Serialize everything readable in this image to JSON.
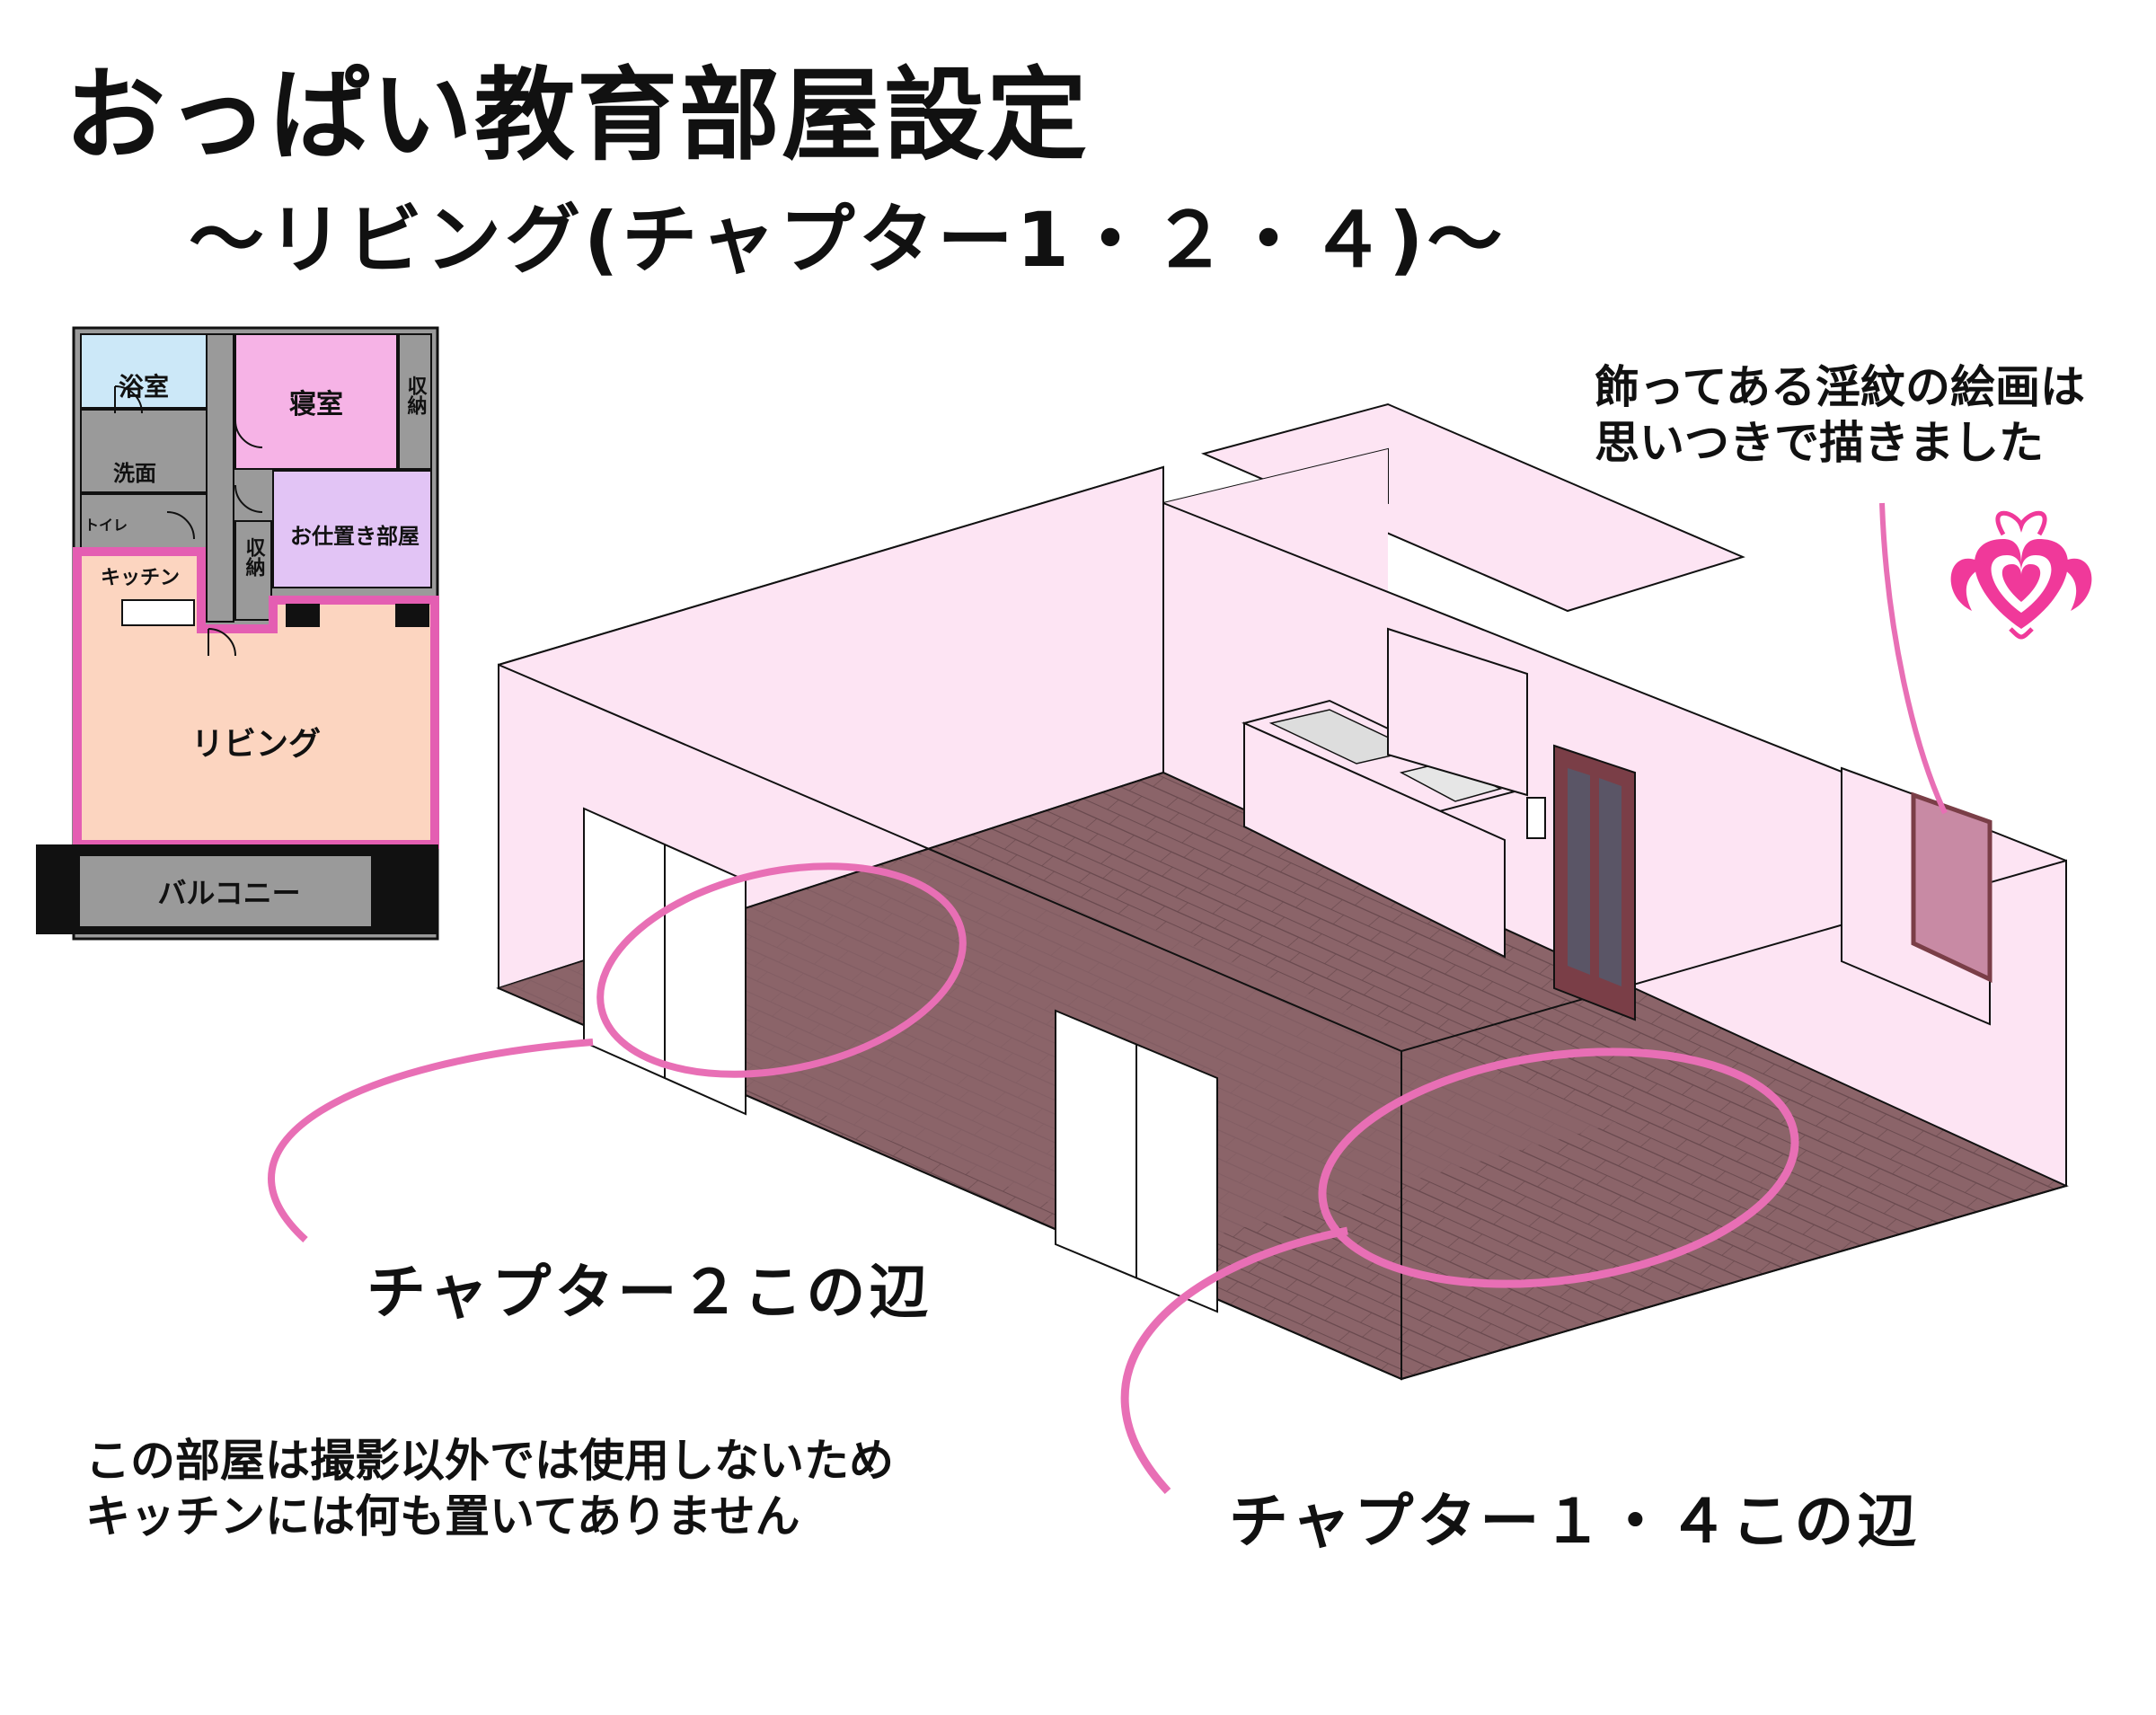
{
  "title": "おっぱい教育部屋設定",
  "subtitle": "～リビング(チャプター1・２・４)～",
  "floorplan": {
    "rooms": {
      "bathroom": "浴室",
      "bedroom": "寝室",
      "storage_top": "収納",
      "washroom": "洗面",
      "toilet": "トイレ",
      "punishment_room": "お仕置き部屋",
      "kitchen": "キッチン",
      "storage_mid": "収納",
      "living": "リビング",
      "balcony": "バルコニー"
    },
    "colors": {
      "bathroom": "#cce8f8",
      "bedroom": "#f6b3e6",
      "punishment_room": "#e2c4f5",
      "living": "#fcd5c0",
      "highlight": "#e45eb2",
      "walls": "#9a9a9a"
    }
  },
  "notes": {
    "picture": [
      "飾ってある淫紋の絵画は",
      "思いつきで描きました"
    ],
    "kitchen": [
      "この部屋は撮影以外では使用しないため",
      "キッチンには何も置いてありません"
    ]
  },
  "callouts": {
    "chapter2": "チャプター２この辺",
    "chapter14": "チャプター１・４この辺"
  },
  "colors": {
    "wall": "#fde4f3",
    "floor": "#8b6469",
    "accent": "#e86fb5",
    "door_frame": "#7a3e47",
    "door_glass": "#5a5566",
    "heart": "#f0399a"
  }
}
